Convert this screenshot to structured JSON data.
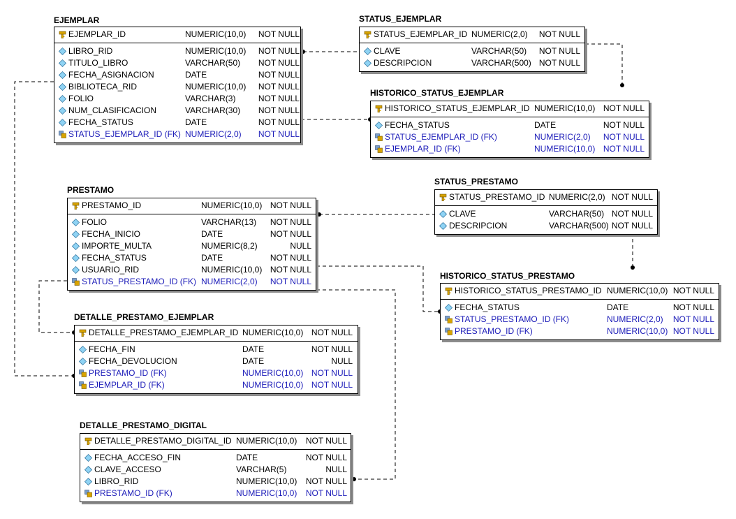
{
  "entities": [
    {
      "name": "EJEMPLAR",
      "pk": {
        "name": "EJEMPLAR_ID",
        "type": "NUMERIC(10,0)",
        "null": "NOT NULL"
      },
      "cols": [
        {
          "name": "LIBRO_RID",
          "type": "NUMERIC(10,0)",
          "null": "NOT NULL",
          "fk": false
        },
        {
          "name": "TITULO_LIBRO",
          "type": "VARCHAR(50)",
          "null": "NOT NULL",
          "fk": false
        },
        {
          "name": "FECHA_ASIGNACION",
          "type": "DATE",
          "null": "NOT NULL",
          "fk": false
        },
        {
          "name": "BIBLIOTECA_RID",
          "type": "NUMERIC(10,0)",
          "null": "NOT NULL",
          "fk": false
        },
        {
          "name": "FOLIO",
          "type": "VARCHAR(3)",
          "null": "NOT NULL",
          "fk": false
        },
        {
          "name": "NUM_CLASIFICACION",
          "type": "VARCHAR(30)",
          "null": "NOT NULL",
          "fk": false
        },
        {
          "name": "FECHA_STATUS",
          "type": "DATE",
          "null": "NOT NULL",
          "fk": false
        },
        {
          "name": "STATUS_EJEMPLAR_ID (FK)",
          "type": "NUMERIC(2,0)",
          "null": "NOT NULL",
          "fk": true
        }
      ]
    },
    {
      "name": "STATUS_EJEMPLAR",
      "pk": {
        "name": "STATUS_EJEMPLAR_ID",
        "type": "NUMERIC(2,0)",
        "null": "NOT NULL"
      },
      "cols": [
        {
          "name": "CLAVE",
          "type": "VARCHAR(50)",
          "null": "NOT NULL",
          "fk": false
        },
        {
          "name": "DESCRIPCION",
          "type": "VARCHAR(500)",
          "null": "NOT NULL",
          "fk": false
        }
      ]
    },
    {
      "name": "HISTORICO_STATUS_EJEMPLAR",
      "pk": {
        "name": "HISTORICO_STATUS_EJEMPLAR_ID",
        "type": "NUMERIC(10,0)",
        "null": "NOT NULL"
      },
      "cols": [
        {
          "name": "FECHA_STATUS",
          "type": "DATE",
          "null": "NOT NULL",
          "fk": false
        },
        {
          "name": "STATUS_EJEMPLAR_ID (FK)",
          "type": "NUMERIC(2,0)",
          "null": "NOT NULL",
          "fk": true
        },
        {
          "name": "EJEMPLAR_ID (FK)",
          "type": "NUMERIC(10,0)",
          "null": "NOT NULL",
          "fk": true
        }
      ]
    },
    {
      "name": "PRESTAMO",
      "pk": {
        "name": "PRESTAMO_ID",
        "type": "NUMERIC(10,0)",
        "null": "NOT NULL"
      },
      "cols": [
        {
          "name": "FOLIO",
          "type": "VARCHAR(13)",
          "null": "NOT NULL",
          "fk": false
        },
        {
          "name": "FECHA_INICIO",
          "type": "DATE",
          "null": "NOT NULL",
          "fk": false
        },
        {
          "name": "IMPORTE_MULTA",
          "type": "NUMERIC(8,2)",
          "null": "NULL",
          "fk": false
        },
        {
          "name": "FECHA_STATUS",
          "type": "DATE",
          "null": "NOT NULL",
          "fk": false
        },
        {
          "name": "USUARIO_RID",
          "type": "NUMERIC(10,0)",
          "null": "NOT NULL",
          "fk": false
        },
        {
          "name": "STATUS_PRESTAMO_ID (FK)",
          "type": "NUMERIC(2,0)",
          "null": "NOT NULL",
          "fk": true
        }
      ]
    },
    {
      "name": "STATUS_PRESTAMO",
      "pk": {
        "name": "STATUS_PRESTAMO_ID",
        "type": "NUMERIC(2,0)",
        "null": "NOT NULL"
      },
      "cols": [
        {
          "name": "CLAVE",
          "type": "VARCHAR(50)",
          "null": "NOT NULL",
          "fk": false
        },
        {
          "name": "DESCRIPCION",
          "type": "VARCHAR(500)",
          "null": "NOT NULL",
          "fk": false
        }
      ]
    },
    {
      "name": "HISTORICO_STATUS_PRESTAMO",
      "pk": {
        "name": "HISTORICO_STATUS_PRESTAMO_ID",
        "type": "NUMERIC(10,0)",
        "null": "NOT NULL"
      },
      "cols": [
        {
          "name": "FECHA_STATUS",
          "type": "DATE",
          "null": "NOT NULL",
          "fk": false
        },
        {
          "name": "STATUS_PRESTAMO_ID (FK)",
          "type": "NUMERIC(2,0)",
          "null": "NOT NULL",
          "fk": true
        },
        {
          "name": "PRESTAMO_ID (FK)",
          "type": "NUMERIC(10,0)",
          "null": "NOT NULL",
          "fk": true
        }
      ]
    },
    {
      "name": "DETALLE_PRESTAMO_EJEMPLAR",
      "pk": {
        "name": "DETALLE_PRESTAMO_EJEMPLAR_ID",
        "type": "NUMERIC(10,0)",
        "null": "NOT NULL"
      },
      "cols": [
        {
          "name": "FECHA_FIN",
          "type": "DATE",
          "null": "NOT NULL",
          "fk": false
        },
        {
          "name": "FECHA_DEVOLUCION",
          "type": "DATE",
          "null": "NULL",
          "fk": false
        },
        {
          "name": "PRESTAMO_ID (FK)",
          "type": "NUMERIC(10,0)",
          "null": "NOT NULL",
          "fk": true
        },
        {
          "name": "EJEMPLAR_ID (FK)",
          "type": "NUMERIC(10,0)",
          "null": "NOT NULL",
          "fk": true
        }
      ]
    },
    {
      "name": "DETALLE_PRESTAMO_DIGITAL",
      "pk": {
        "name": "DETALLE_PRESTAMO_DIGITAL_ID",
        "type": "NUMERIC(10,0)",
        "null": "NOT NULL"
      },
      "cols": [
        {
          "name": "FECHA_ACCESO_FIN",
          "type": "DATE",
          "null": "NOT NULL",
          "fk": false
        },
        {
          "name": "CLAVE_ACCESO",
          "type": "VARCHAR(5)",
          "null": "NULL",
          "fk": false
        },
        {
          "name": "LIBRO_RID",
          "type": "NUMERIC(10,0)",
          "null": "NOT NULL",
          "fk": false
        },
        {
          "name": "PRESTAMO_ID (FK)",
          "type": "NUMERIC(10,0)",
          "null": "NOT NULL",
          "fk": true
        }
      ]
    }
  ],
  "colors": {
    "fk_text": "#1b1bb8",
    "shadow": "#8c8c8c",
    "line": "#000000"
  },
  "icons": {
    "pk": "key-icon",
    "attribute": "diamond-icon",
    "fk": "foreign-key-icon"
  }
}
